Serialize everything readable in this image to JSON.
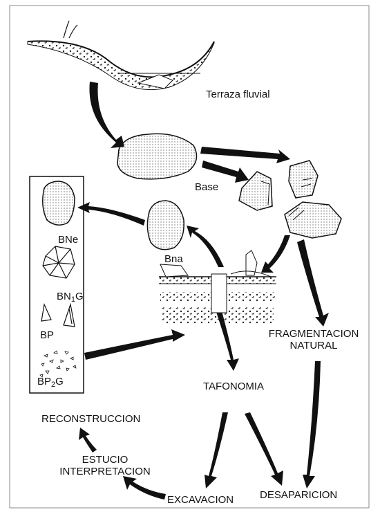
{
  "labels": {
    "terraza": "Terraza fluvial",
    "base": "Base",
    "bna": "Bna",
    "bne": "BNe",
    "bn1g_main": "BN",
    "bn1g_sub": "1",
    "bn1g_end": "G",
    "bp": "BP",
    "bp2g_main": "BP",
    "bp2g_sub": "2",
    "bp2g_end": "G",
    "fragmentacion_1": "FRAGMENTACION",
    "fragmentacion_2": "NATURAL",
    "tafonomia": "TAFONOMIA",
    "reconstruccion": "RECONSTRUCCION",
    "estudio_1": "ESTUCIO",
    "estudio_2": "INTERPRETACION",
    "excavacion": "EXCAVACION",
    "desaparicion": "DESAPARICION"
  },
  "colors": {
    "ink": "#111111",
    "rock_fill": "#ffffff",
    "background": "#ffffff"
  }
}
